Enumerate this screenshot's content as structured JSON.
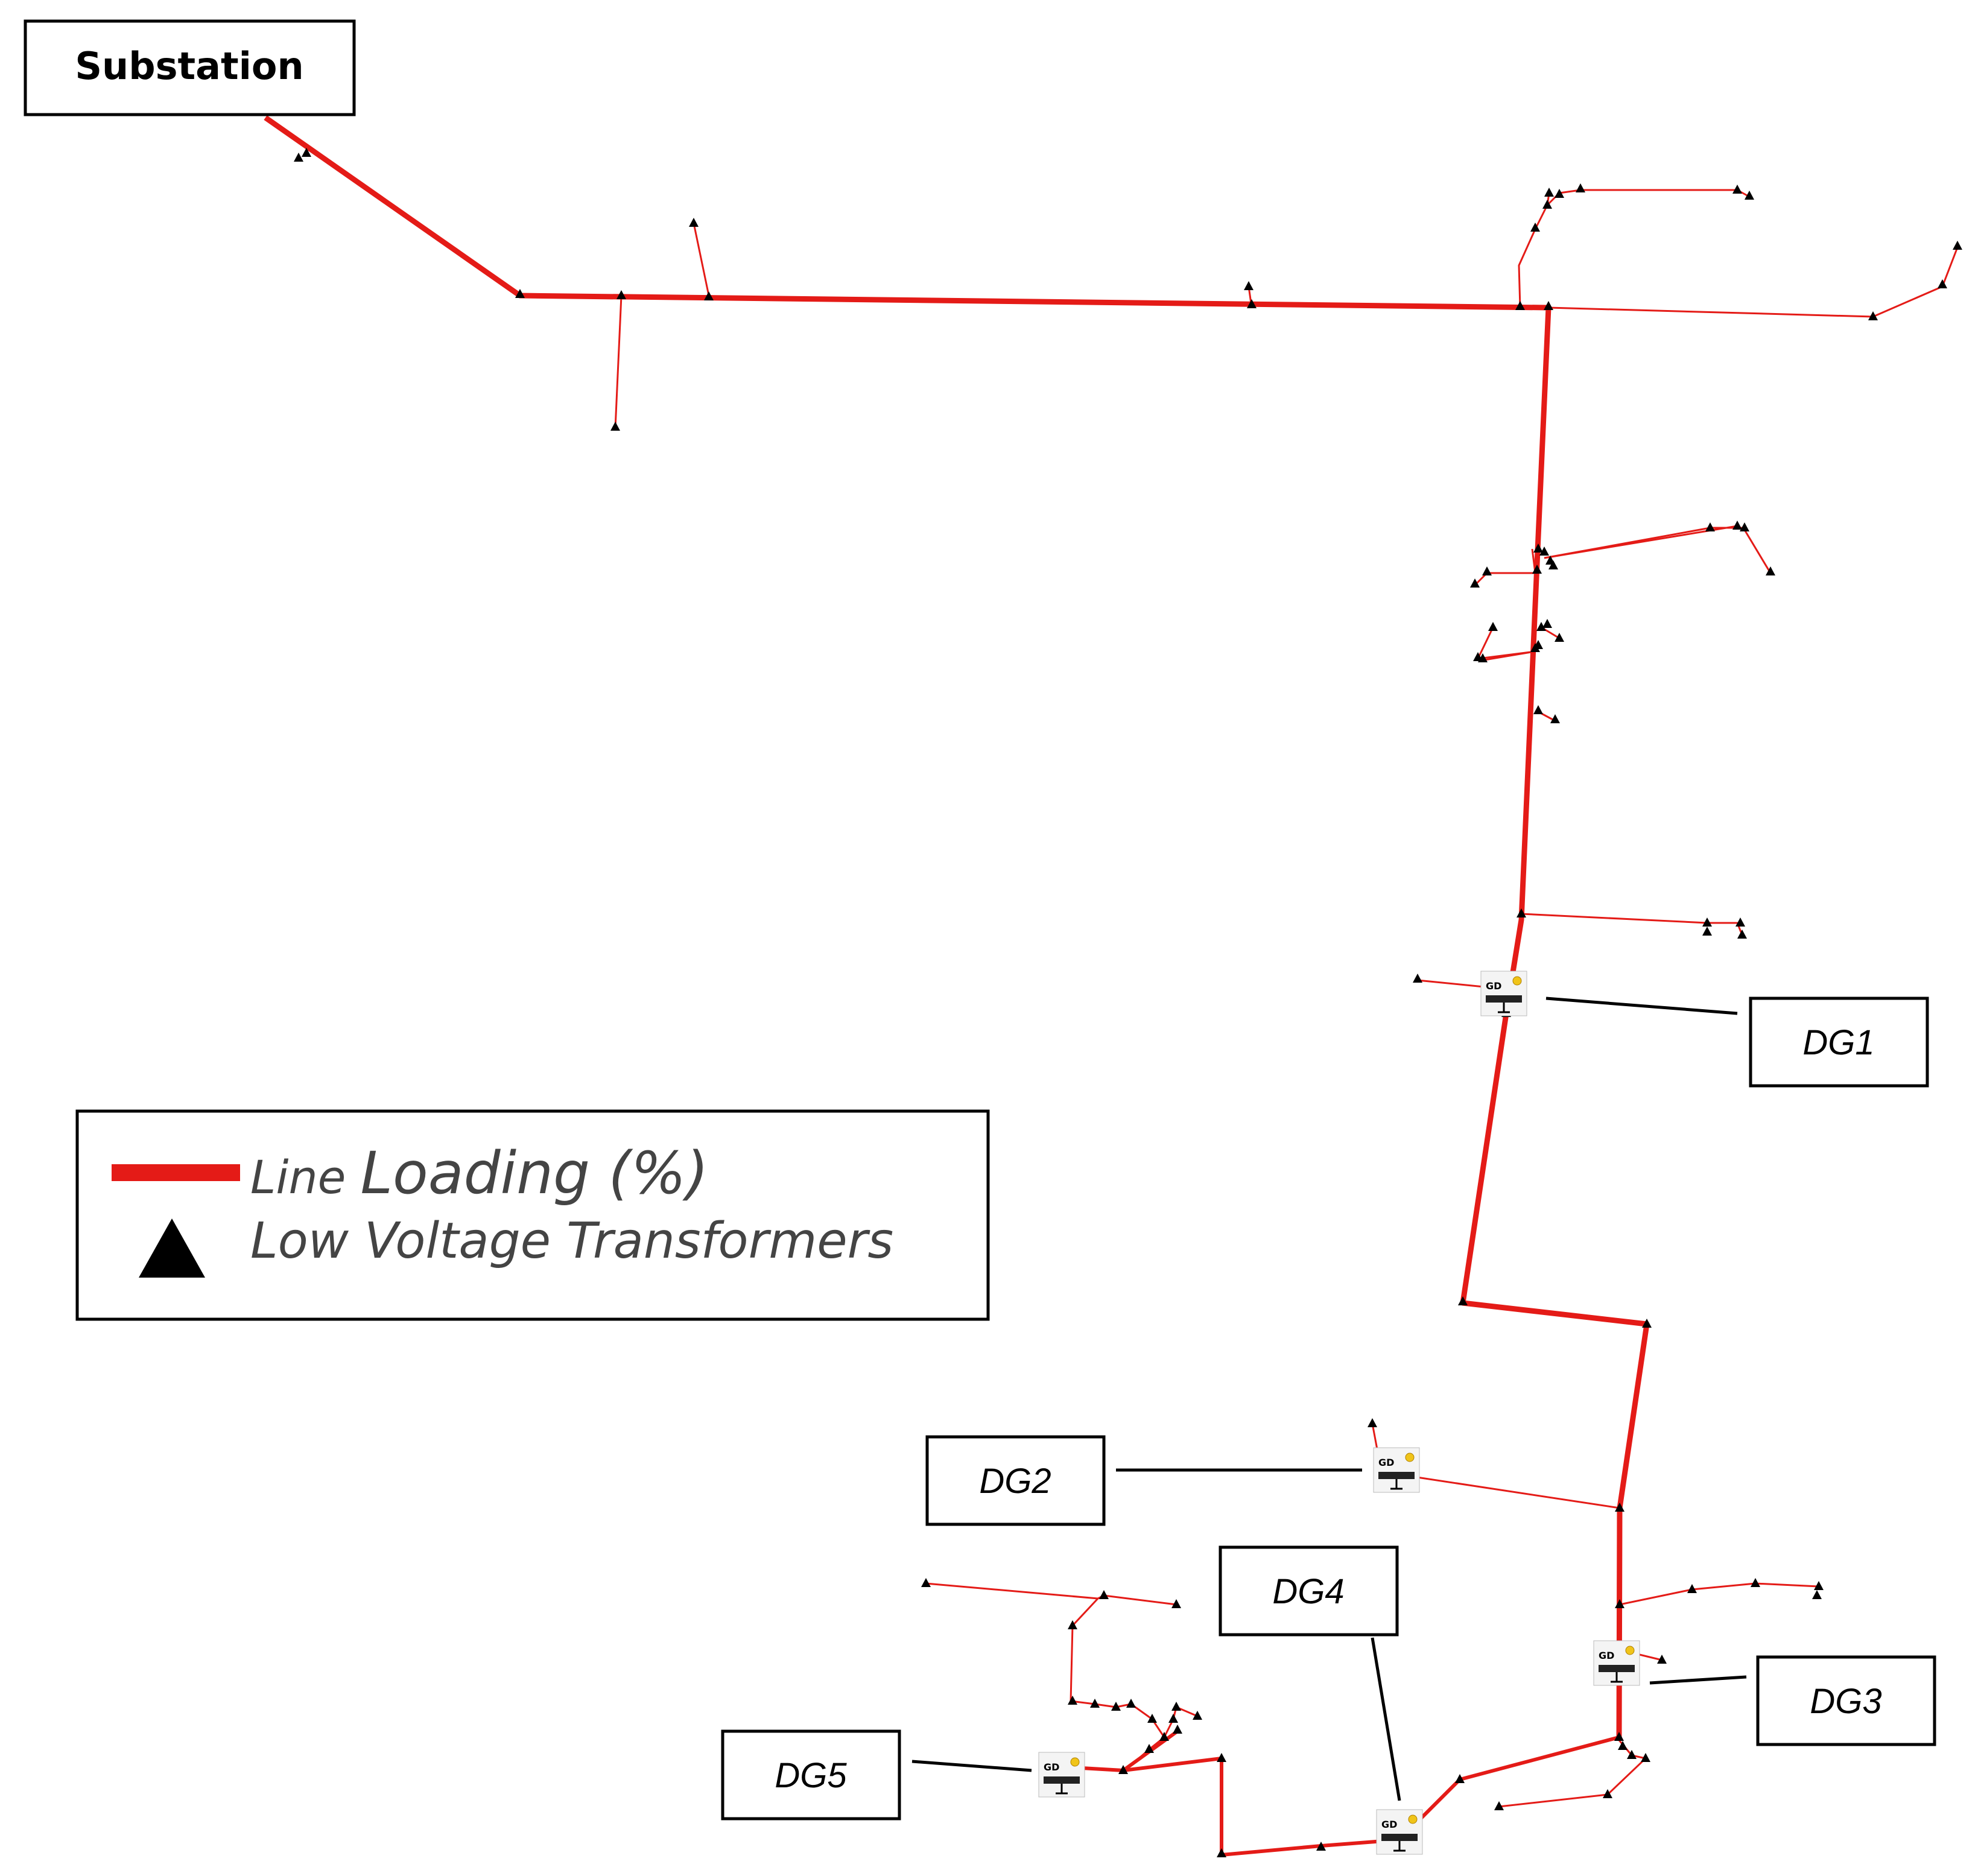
{
  "substation": {
    "label": "Substation"
  },
  "legend": {
    "line_label_prefix": "Line ",
    "line_label_main": "Loading (%)",
    "transformer_label": "Low Voltage Transformers",
    "line_color": "#e41b17",
    "marker_color": "#000000"
  },
  "generators": [
    {
      "id": "dg1",
      "label": "DG1",
      "icon_text": "GD"
    },
    {
      "id": "dg2",
      "label": "DG2",
      "icon_text": "GD"
    },
    {
      "id": "dg3",
      "label": "DG3",
      "icon_text": "GD"
    },
    {
      "id": "dg4",
      "label": "DG4",
      "icon_text": "GD"
    },
    {
      "id": "dg5",
      "label": "DG5",
      "icon_text": "GD"
    }
  ],
  "icons": {
    "transformer": "triangle-icon",
    "generator": "solar-generator-icon"
  }
}
